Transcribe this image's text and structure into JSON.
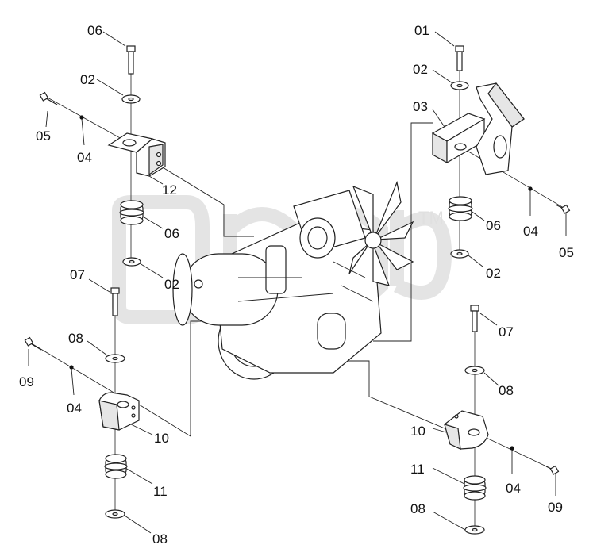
{
  "diagram": {
    "watermark_tm": "TM",
    "labels": {
      "tl_06": "06",
      "tl_02": "02",
      "tl_05": "05",
      "tl_04": "04",
      "tl_12": "12",
      "tl_06b": "06",
      "tl_02b": "02",
      "tr_01": "01",
      "tr_02": "02",
      "tr_03": "03",
      "tr_06": "06",
      "tr_04": "04",
      "tr_05": "05",
      "tr_02b": "02",
      "bl_07": "07",
      "bl_08": "08",
      "bl_09": "09",
      "bl_04": "04",
      "bl_10": "10",
      "bl_11": "11",
      "bl_08b": "08",
      "br_07": "07",
      "br_08": "08",
      "br_10": "10",
      "br_11": "11",
      "br_04": "04",
      "br_09": "09",
      "br_08b": "08"
    }
  }
}
